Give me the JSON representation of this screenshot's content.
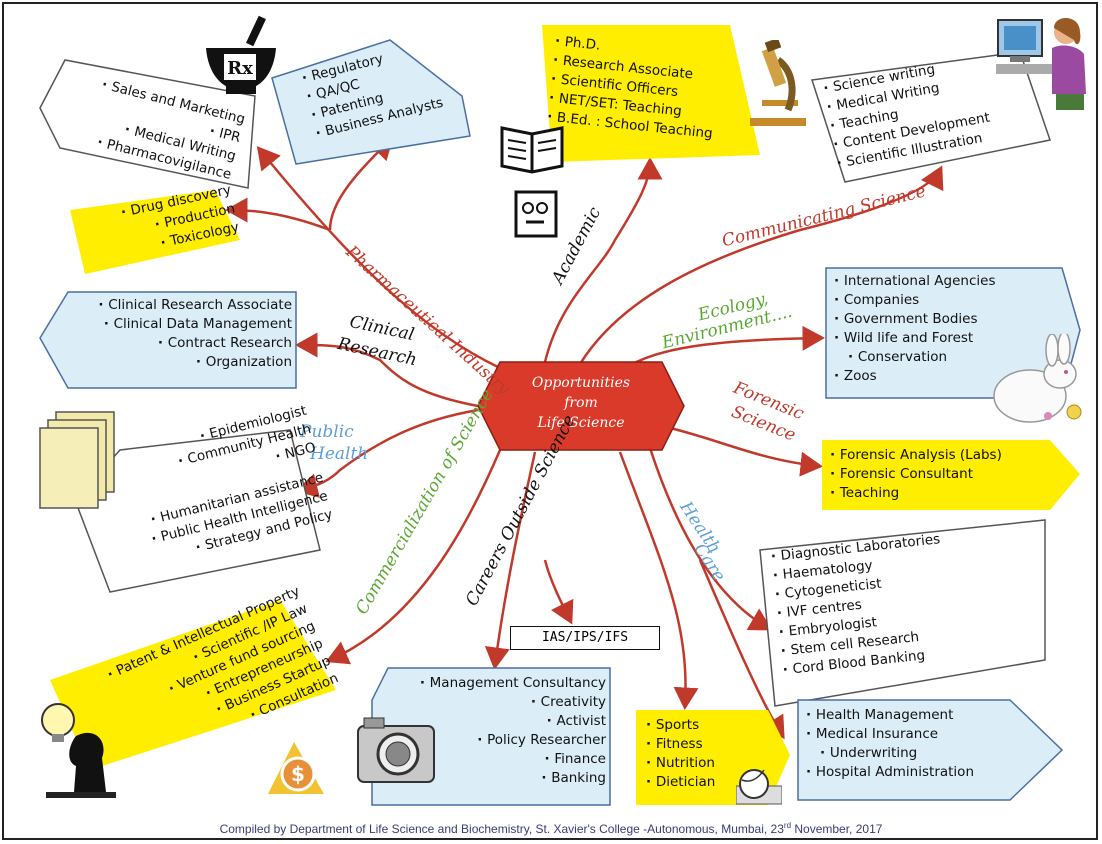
{
  "center": {
    "label_line1": "Opportunities",
    "label_line2": "from",
    "label_line3": "Life Science"
  },
  "branches": {
    "pharma": "Pharmaceutical Industry",
    "academic": "Academic",
    "communicating": "Communicating Science",
    "clinical_line1": "Clinical",
    "clinical_line2": "Research",
    "ecology_line1": "Ecology,",
    "ecology_line2": "Environment....",
    "forensic_line1": "Forensic",
    "forensic_line2": "Science",
    "public_health_line1": "Public",
    "public_health_line2": "Health",
    "commercialization": "Commercialization of Science",
    "careers_outside": "Careers Outside Science",
    "health_care_line1": "Health",
    "health_care_line2": "Care"
  },
  "boxes": {
    "pharma_sales": [
      "Sales and Marketing",
      "IPR",
      "Medical Writing",
      "Pharmacovigilance"
    ],
    "pharma_regulatory": [
      "Regulatory",
      "QA/QC",
      "Patenting",
      "Business Analysts"
    ],
    "pharma_drug": [
      "Drug discovery",
      "Production",
      "Toxicology"
    ],
    "academic": [
      "Ph.D.",
      "Research Associate",
      "Scientific Officers",
      "NET/SET: Teaching",
      "B.Ed. : School Teaching"
    ],
    "communicating": [
      "Science writing",
      "Medical Writing",
      "Teaching",
      "Content Development",
      "Scientific Illustration"
    ],
    "clinical": [
      "Clinical Research Associate",
      "Clinical Data Management",
      "Contract Research",
      "Organization"
    ],
    "ecology": [
      "International Agencies",
      "Companies",
      "Government Bodies",
      "Wild life and Forest",
      "Conservation",
      "Zoos"
    ],
    "forensic": [
      "Forensic Analysis (Labs)",
      "Forensic Consultant",
      "Teaching"
    ],
    "public_health": [
      "Epidemiologist",
      "Community Health",
      "NGO",
      "Humanitarian assistance",
      "Public Health Intelligence",
      "Strategy and Policy"
    ],
    "commercialization": [
      "Patent & Intellectual Property",
      "Scientific /IP Law",
      "Venture fund sourcing",
      "Entrepreneurship",
      "Business Startup",
      "Consultation"
    ],
    "ias": "IAS/IPS/IFS",
    "careers": [
      "Management Consultancy",
      "Creativity",
      "Activist",
      "Policy Researcher",
      "Finance",
      "Banking"
    ],
    "sports": [
      "Sports",
      "Fitness",
      "Nutrition",
      "Dietician"
    ],
    "health_care": [
      "Diagnostic Laboratories",
      "Haematology",
      "Cytogeneticist",
      "IVF centres",
      "Embryologist",
      "Stem cell Research",
      "Cord Blood Banking"
    ],
    "health_mgmt": [
      "Health Management",
      "Medical Insurance",
      "Underwriting",
      "Hospital Administration"
    ]
  },
  "icons": {
    "rx": "Rx",
    "dollar": "$"
  },
  "footer": {
    "text_before": "Compiled by Department of Life Science and Biochemistry, St. Xavier's College -Autonomous, Mumbai, 23",
    "sup": "rd",
    "text_after": " November, 2017"
  },
  "colors": {
    "yellow": "#ffee00",
    "blue_box": "#dbeef8",
    "arrow_red": "#c0392b",
    "center_red": "#d93a2a",
    "green": "#5aa832",
    "light_blue": "#5c9fd6"
  }
}
